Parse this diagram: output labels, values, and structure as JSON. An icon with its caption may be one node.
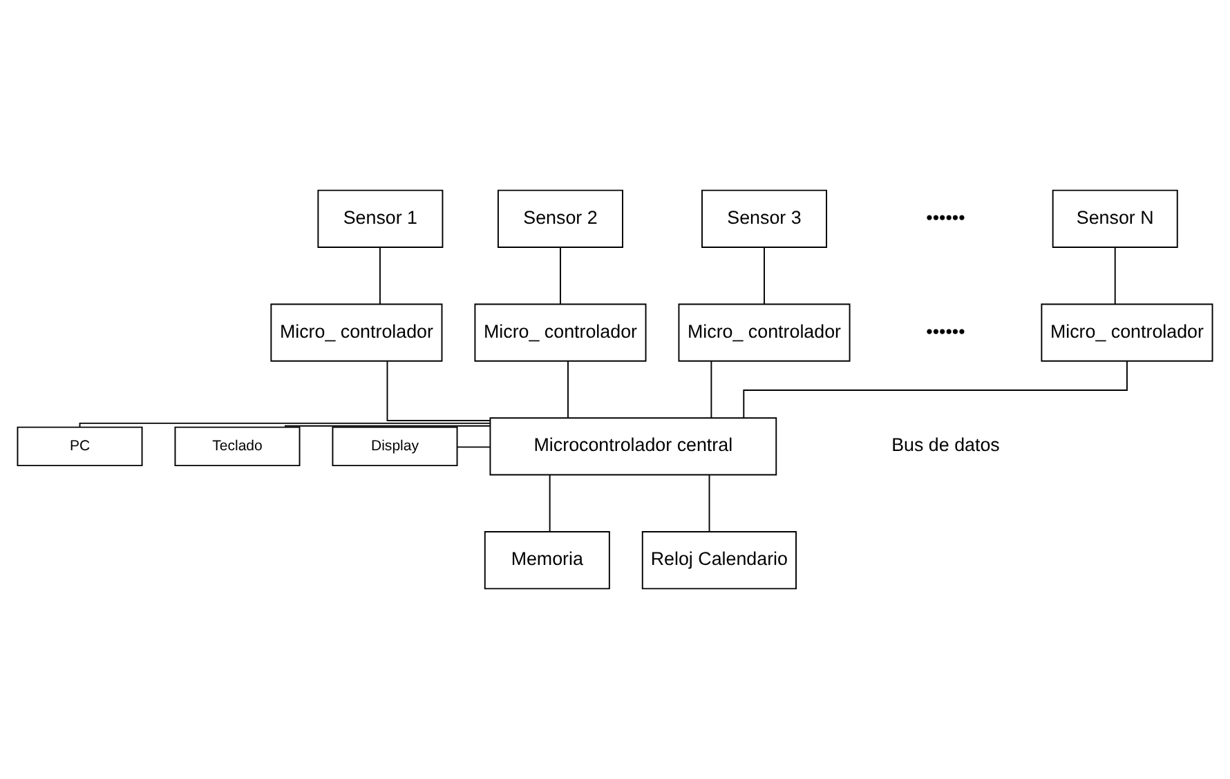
{
  "diagram": {
    "nodes": [
      {
        "text": [
          "Sensor 1"
        ]
      },
      {
        "text": [
          "Sensor 2"
        ]
      },
      {
        "text": [
          "Sensor 3"
        ]
      },
      {
        "text": [
          "Sensor N"
        ]
      },
      {
        "text": [
          "Micro_ controlador"
        ]
      },
      {
        "text": [
          "Micro_ controlador"
        ]
      },
      {
        "text": [
          "Micro_ controlador"
        ]
      },
      {
        "text": [
          "Micro_ controlador"
        ]
      },
      {
        "text": [
          "Microcontrolador central"
        ]
      },
      {
        "text": [
          "Teclado"
        ]
      },
      {
        "text": [
          "Display"
        ]
      },
      {
        "text": [
          "PC"
        ]
      },
      {
        "text": [
          "Memoria"
        ]
      },
      {
        "text": [
          "Reloj Calendario"
        ]
      }
    ],
    "edges": [
      {
        "from": 0,
        "to": 4,
        "arrow": "none"
      },
      {
        "from": 1,
        "to": 5,
        "arrow": "none"
      },
      {
        "from": 2,
        "to": 6,
        "arrow": "none"
      },
      {
        "from": 3,
        "to": 7,
        "arrow": "none"
      },
      {
        "from": 4,
        "to": 8,
        "arrow": "none"
      },
      {
        "from": 5,
        "to": 8,
        "arrow": "none"
      },
      {
        "from": 6,
        "to": 8,
        "arrow": "none"
      },
      {
        "from": 7,
        "to": 8,
        "arrow": "none"
      },
      {
        "from": 9,
        "to": 8,
        "arrow": "none"
      },
      {
        "from": 10,
        "to": 8,
        "arrow": "none"
      },
      {
        "from": 11,
        "to": 8,
        "arrow": "none"
      },
      {
        "from": 8,
        "to": 12,
        "arrow": "none"
      },
      {
        "from": 8,
        "to": 13,
        "arrow": "none"
      }
    ],
    "labels": [
      "••••••",
      "••••••",
      "Bus de datos"
    ]
  }
}
